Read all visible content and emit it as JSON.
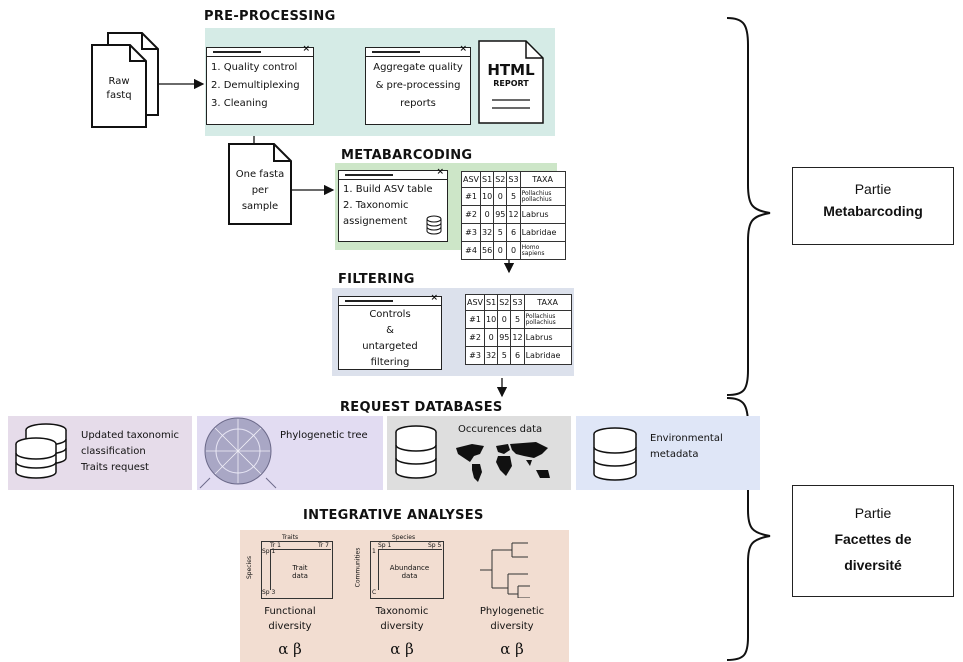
{
  "preprocessing": {
    "title": "PRE-PROCESSING",
    "raw_fastq_1": "Raw",
    "raw_fastq_2": "fastq",
    "steps": [
      "1. Quality control",
      "2. Demultiplexing",
      "3. Cleaning"
    ],
    "aggregate_1": "Aggregate quality",
    "aggregate_2": "& pre-processing",
    "aggregate_3": "reports",
    "report_html": "HTML",
    "report_word": "REPORT",
    "color": "#d5ebe6"
  },
  "one_fasta": {
    "line1": "One fasta",
    "line2": "per",
    "line3": "sample"
  },
  "metabarcoding": {
    "title": "METABARCODING",
    "step1": "1. Build ASV table",
    "step2": "2. Taxonomic",
    "step3": "assignement",
    "color": "#cde6c8",
    "table_header": [
      "ASV",
      "S1",
      "S2",
      "S3",
      "TAXA"
    ],
    "rows": [
      [
        "#1",
        "10",
        "0",
        "5",
        "Pollachius pollachius"
      ],
      [
        "#2",
        "0",
        "95",
        "12",
        "Labrus"
      ],
      [
        "#3",
        "32",
        "5",
        "6",
        "Labridae"
      ],
      [
        "#4",
        "56",
        "0",
        "0",
        "Homo sapiens"
      ]
    ]
  },
  "filtering": {
    "title": "FILTERING",
    "text1": "Controls",
    "text2": "&",
    "text3": "untargeted",
    "text4": "filtering",
    "color": "#dce1ec",
    "table_header": [
      "ASV",
      "S1",
      "S2",
      "S3",
      "TAXA"
    ],
    "rows": [
      [
        "#1",
        "10",
        "0",
        "5",
        "Pollachius pollachius"
      ],
      [
        "#2",
        "0",
        "95",
        "12",
        "Labrus"
      ],
      [
        "#3",
        "32",
        "5",
        "6",
        "Labridae"
      ]
    ]
  },
  "request": {
    "title": "REQUEST DATABASES",
    "taxo_1": "Updated taxonomic",
    "taxo_2": "classification",
    "taxo_3": "Traits request",
    "phylo": "Phylogenetic tree",
    "occ": "Occurences data",
    "env_1": "Environmental",
    "env_2": "metadata",
    "colors": [
      "#e6dcea",
      "#e2dcf2",
      "#dedede",
      "#dfe6f7"
    ]
  },
  "integrative": {
    "title": "INTEGRATIVE ANALYSES",
    "color": "#f2ddd1",
    "traits_matrix": {
      "top": "Traits",
      "side": "Species",
      "c1": "Tr 1",
      "c2": "Tr 7",
      "r1": "Sp 1",
      "r2": "Sp 3",
      "center_1": "Trait",
      "center_2": "data"
    },
    "abund_matrix": {
      "top": "Species",
      "side": "Communities",
      "c1": "Sp 1",
      "c2": "Sp 5",
      "r1": "1",
      "r2": "C",
      "center_1": "Abundance",
      "center_2": "data"
    },
    "functional_1": "Functional",
    "functional_2": "diversity",
    "taxonomic_1": "Taxonomic",
    "taxonomic_2": "diversity",
    "phylogenetic_1": "Phylogenetic",
    "phylogenetic_2": "diversity",
    "alpha_beta": "α  β"
  },
  "sides": {
    "metab_1": "Partie",
    "metab_2": "Metabarcoding",
    "facettes_1": "Partie",
    "facettes_2": "Facettes de",
    "facettes_3": "diversité"
  }
}
